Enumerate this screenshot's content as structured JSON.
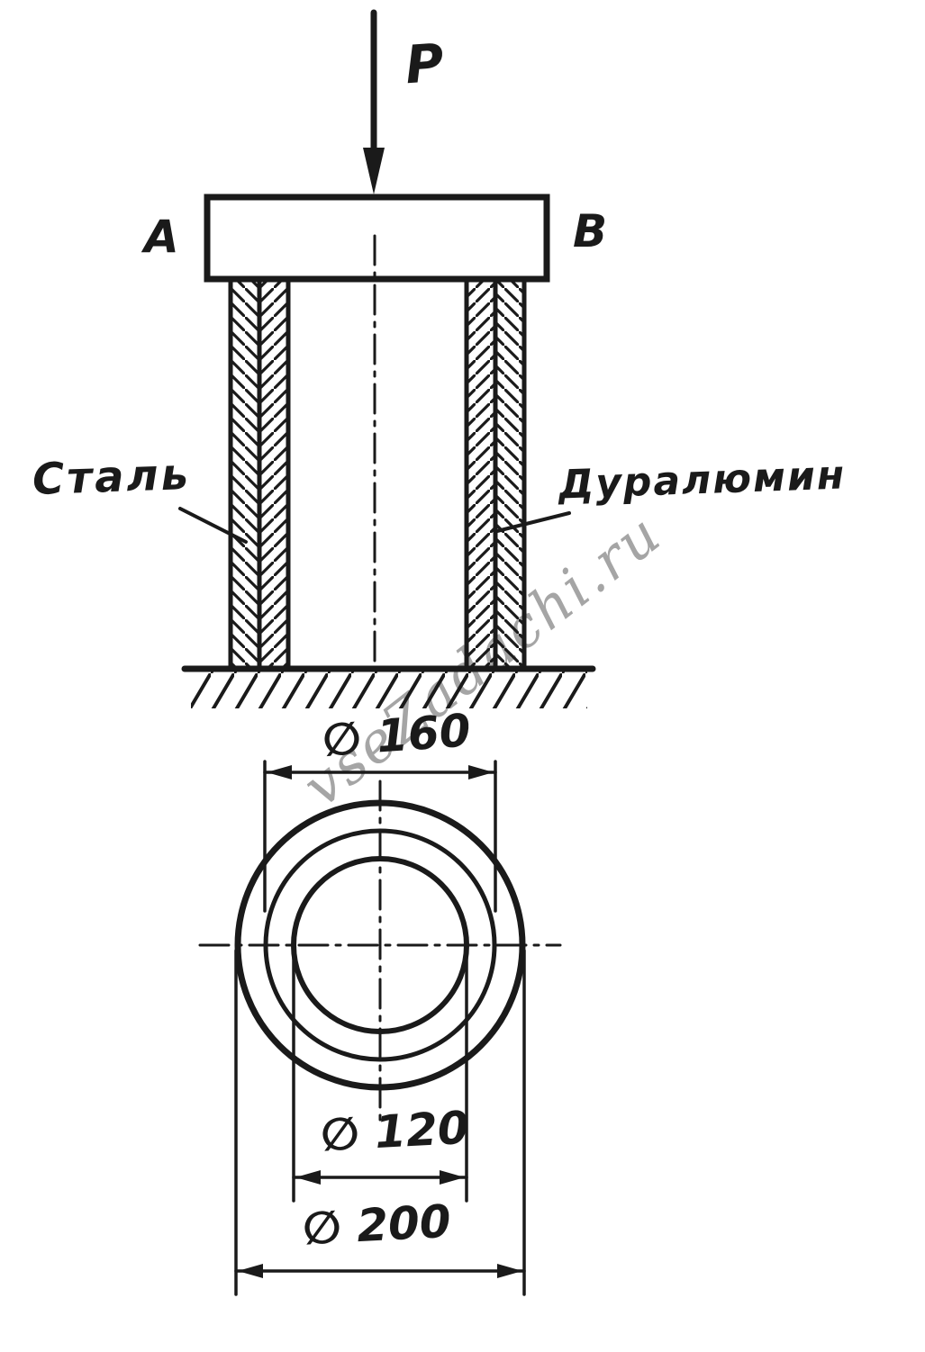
{
  "page": {
    "ink_color": "#1a1a1a",
    "background_color": "#ffffff",
    "watermark_color": "#8f8f8f"
  },
  "elevation": {
    "force_label": "P",
    "left_edge_label": "A",
    "right_edge_label": "B",
    "left_material_label": "Сталь",
    "right_material_label": "Дуралюмин"
  },
  "plan": {
    "middle_diameter_label": "∅ 160",
    "inner_diameter_label": "∅ 120",
    "outer_diameter_label": "∅ 200"
  },
  "watermark": {
    "text": "vseZadachi.ru"
  }
}
